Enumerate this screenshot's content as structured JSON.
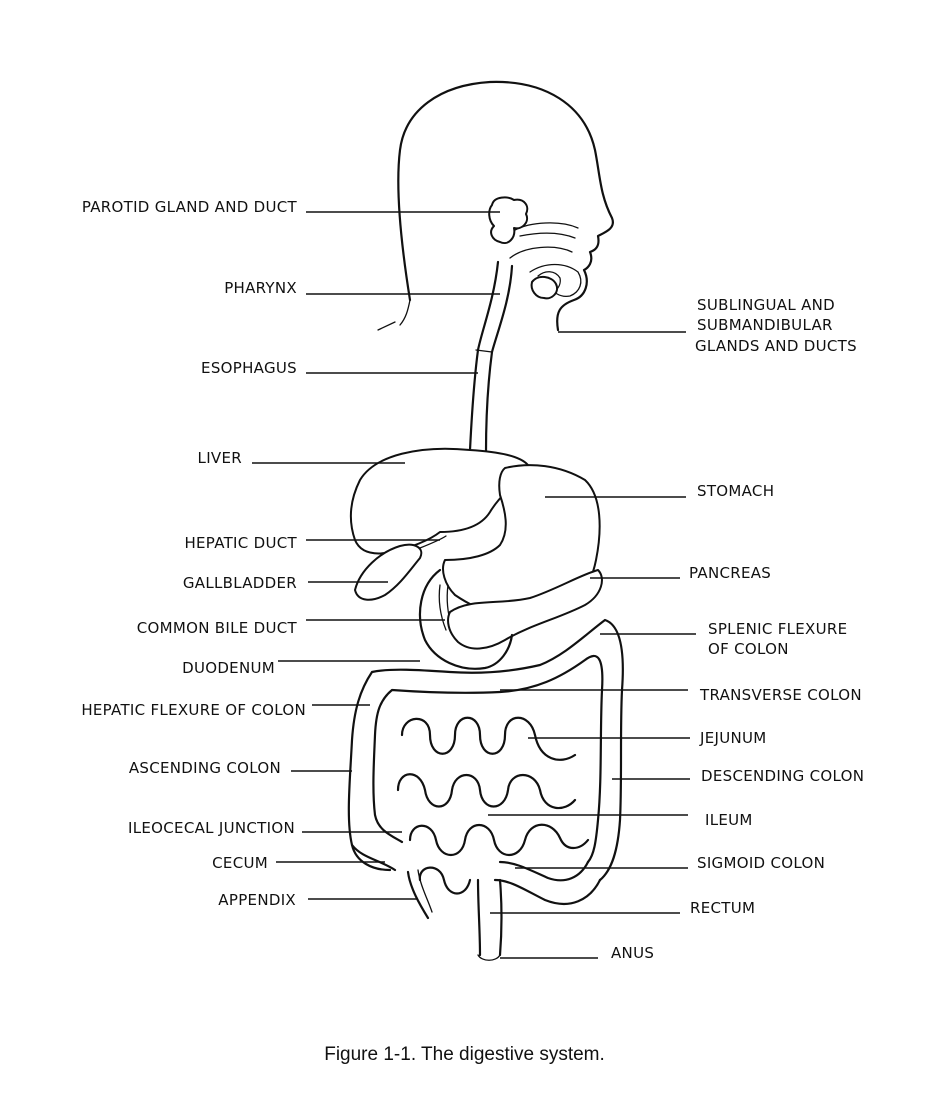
{
  "labels": {
    "parotid": "PAROTID GLAND AND DUCT",
    "pharynx": "PHARYNX",
    "esophagus": "ESOPHAGUS",
    "liver": "LIVER",
    "hepatic_duct": "HEPATIC DUCT",
    "gallbladder": "GALLBLADDER",
    "common_bile_duct": "COMMON BILE DUCT",
    "duodenum": "DUODENUM",
    "hepatic_flexure": "HEPATIC FLEXURE OF COLON",
    "ascending_colon": "ASCENDING COLON",
    "ileocecal": "ILEOCECAL JUNCTION",
    "cecum": "CECUM",
    "appendix": "APPENDIX",
    "sublingual_1": "SUBLINGUAL AND",
    "sublingual_2": "SUBMANDIBULAR",
    "sublingual_3": "GLANDS AND DUCTS",
    "stomach": "STOMACH",
    "pancreas": "PANCREAS",
    "splenic_1": "SPLENIC  FLEXURE",
    "splenic_2": "OF  COLON",
    "transverse": "TRANSVERSE COLON",
    "jejunum": "JEJUNUM",
    "descending": "DESCENDING COLON",
    "ileum": "ILEUM",
    "sigmoid": "SIGMOID COLON",
    "rectum": "RECTUM",
    "anus": "ANUS"
  },
  "caption": "Figure 1-1.  The digestive system."
}
